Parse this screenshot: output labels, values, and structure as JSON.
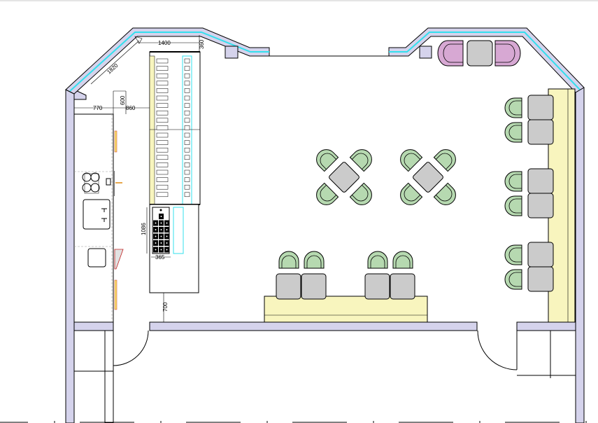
{
  "dimensions": {
    "d1400": "1400",
    "d360": "360",
    "d1820": "1820",
    "d770": "770",
    "d600": "600",
    "d860": "860",
    "d1086": "1086",
    "d365": "365",
    "d700": "700"
  },
  "colors": {
    "wall_fill": "#d5d3ec",
    "window_glass": "#33e0ee",
    "chair_green": "#b6d9b0",
    "table_gray": "#cbcbcb",
    "armchair_pink": "#d7a8d3",
    "bench_cream": "#f8f5be"
  }
}
